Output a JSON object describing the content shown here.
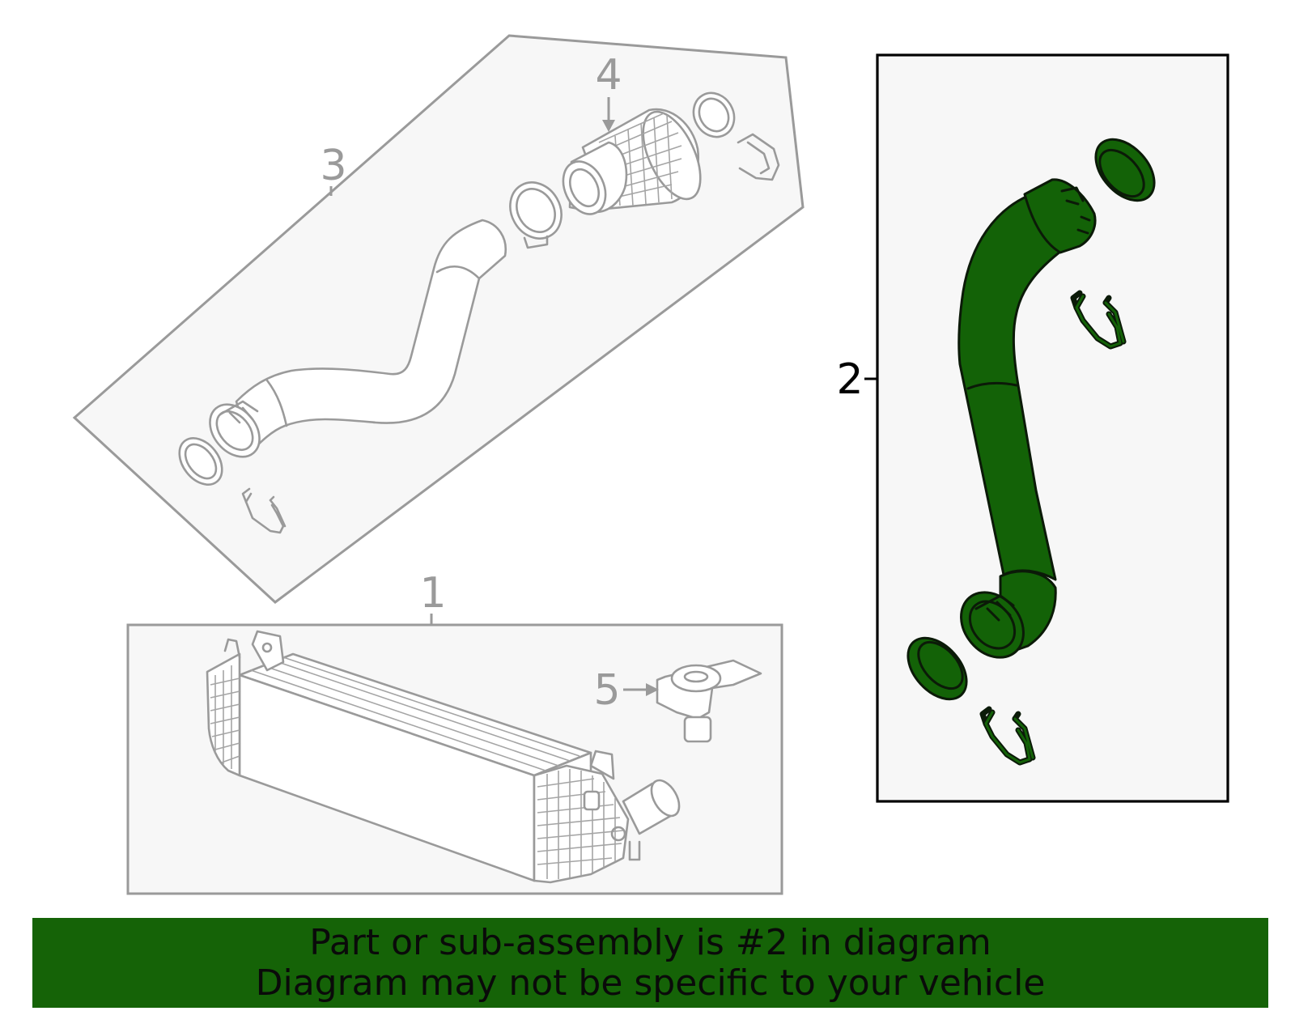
{
  "callouts": [
    {
      "id": "1",
      "label": "1"
    },
    {
      "id": "2",
      "label": "2"
    },
    {
      "id": "3",
      "label": "3"
    },
    {
      "id": "4",
      "label": "4"
    },
    {
      "id": "5",
      "label": "5"
    }
  ],
  "highlight_part": "2",
  "banner": {
    "line1": "Part or sub-assembly is #2 in diagram",
    "line2": "Diagram may not be specific to your vehicle"
  },
  "colors": {
    "highlight_green": "#136207",
    "banner_green": "#156307",
    "line_grey": "#9a9a9a",
    "panel_fill": "#f7f7f7"
  }
}
